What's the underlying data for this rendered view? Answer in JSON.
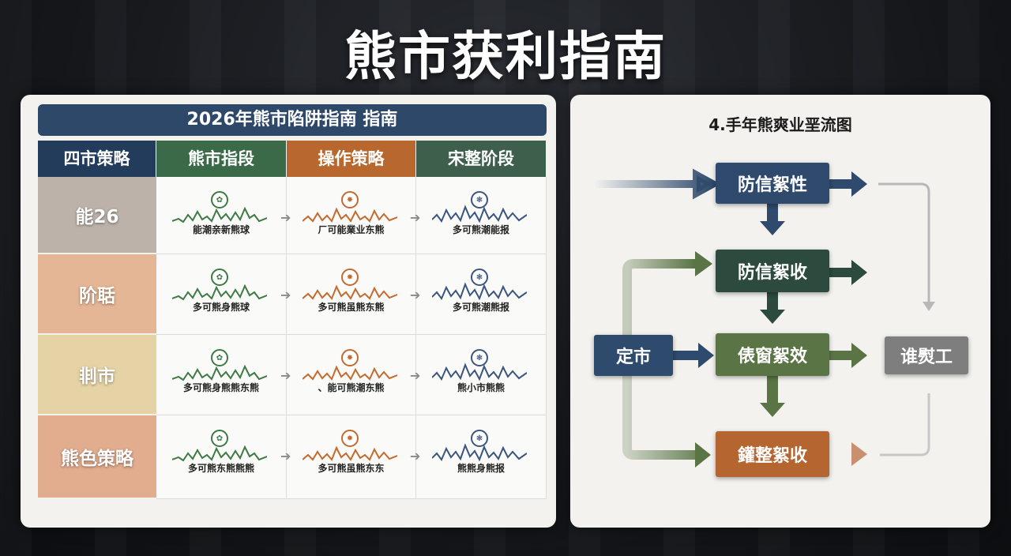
{
  "title": "熊市获利指南",
  "left_panel": {
    "table_title": "2026年熊市陷阱指南   指南",
    "headers": [
      {
        "label": "四市策略",
        "color": "#233c5c"
      },
      {
        "label": "熊市指段",
        "color": "#3b6a49"
      },
      {
        "label": "操作策略",
        "color": "#b8672f"
      },
      {
        "label": "宋整阶段",
        "color": "#3e5f4c"
      }
    ],
    "rows": [
      {
        "label": "能26",
        "color": "#bcb2a9",
        "cells": [
          "能潮亲新熊球",
          "ㄏ可能業业东熊",
          "多可熊潮能报"
        ]
      },
      {
        "label": "阶聒",
        "color": "#e5b696",
        "cells": [
          "多可熊身熊球",
          "多可熊虽熊东熊",
          "多可熊潮熊报"
        ]
      },
      {
        "label": "剕市",
        "color": "#e6d3a5",
        "cells": [
          "多可熊身熊熊东熊",
          "、能可熊潮东熊",
          "熊小市熊熊"
        ]
      },
      {
        "label": "熊色策略",
        "color": "#e2ac8e",
        "cells": [
          "多可熊东熊熊熊",
          "多可熊虽熊东东",
          "熊熊身熊报"
        ]
      }
    ],
    "wave_colors": [
      "#3d7a44",
      "#c56a2f",
      "#3a557e"
    ]
  },
  "right_panel": {
    "title": "4.手年熊爽业垩流图",
    "nodes": {
      "n1": {
        "label": "防信絮性",
        "color": "#2f4a6c"
      },
      "n2": {
        "label": "防信絮收",
        "color": "#2c4a3e"
      },
      "n3": {
        "label": "俵窗絮效",
        "color": "#5a7446"
      },
      "n4": {
        "label": "鑵整絮收",
        "color": "#b46530"
      },
      "left": {
        "label": "定市",
        "color": "#2e4a6d"
      },
      "right": {
        "label": "谁熨工",
        "color": "#7e7e7e"
      }
    }
  }
}
